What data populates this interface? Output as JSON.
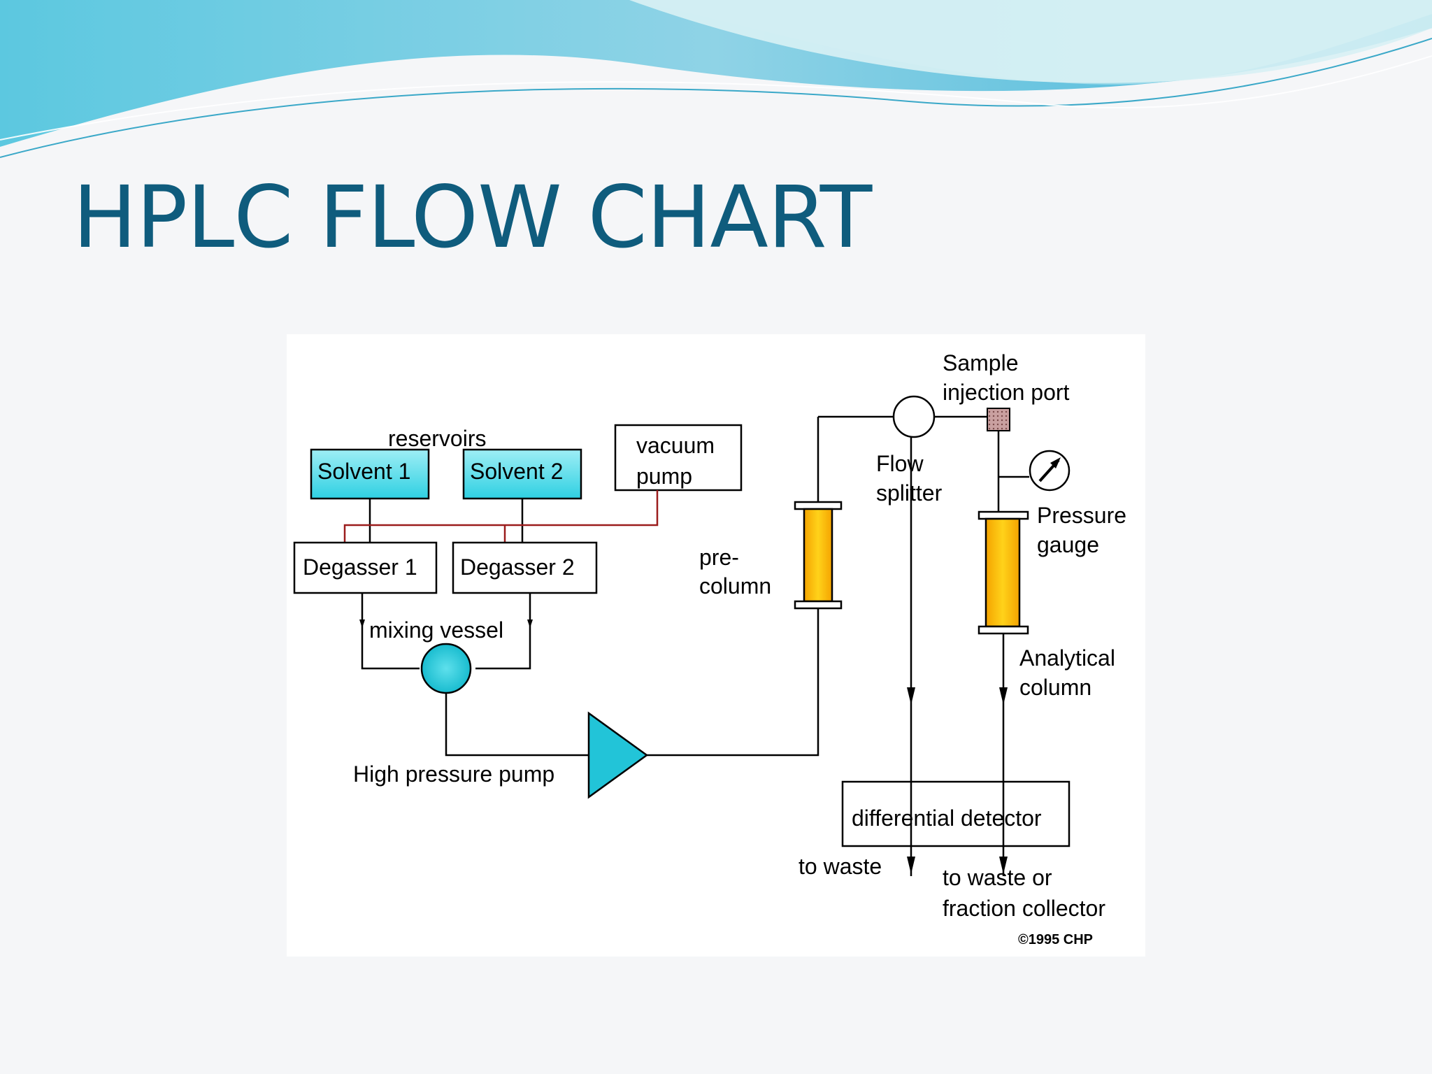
{
  "slide": {
    "title": "HPLC FLOW CHART"
  },
  "diagram": {
    "reservoirs_label": "reservoirs",
    "solvent_1": "Solvent 1",
    "solvent_2": "Solvent 2",
    "vacuum_pump_line1": "vacuum",
    "vacuum_pump_line2": "pump",
    "degasser_1": "Degasser 1",
    "degasser_2": "Degasser 2",
    "mixing_vessel": "mixing vessel",
    "high_pressure_pump": "High pressure pump",
    "pre_column_line1": "pre-",
    "pre_column_line2": "column",
    "sample_port_line1": "Sample",
    "sample_port_line2": "injection port",
    "flow_splitter_line1": "Flow",
    "flow_splitter_line2": "splitter",
    "pressure_gauge_line1": "Pressure",
    "pressure_gauge_line2": "gauge",
    "analytical_column_line1": "Analytical",
    "analytical_column_line2": "column",
    "differential_detector": "differential detector",
    "to_waste": "to waste",
    "to_waste_or_line1": "to waste or",
    "to_waste_or_line2": "fraction collector",
    "copyright": "©1995 CHP"
  },
  "colors": {
    "title": "#0f5c7d",
    "solvent_fill": "#3fd6e6",
    "column_fill": "#f4b400",
    "pump_fill": "#22c4d8",
    "vacuum_line": "#9b1c1c"
  }
}
